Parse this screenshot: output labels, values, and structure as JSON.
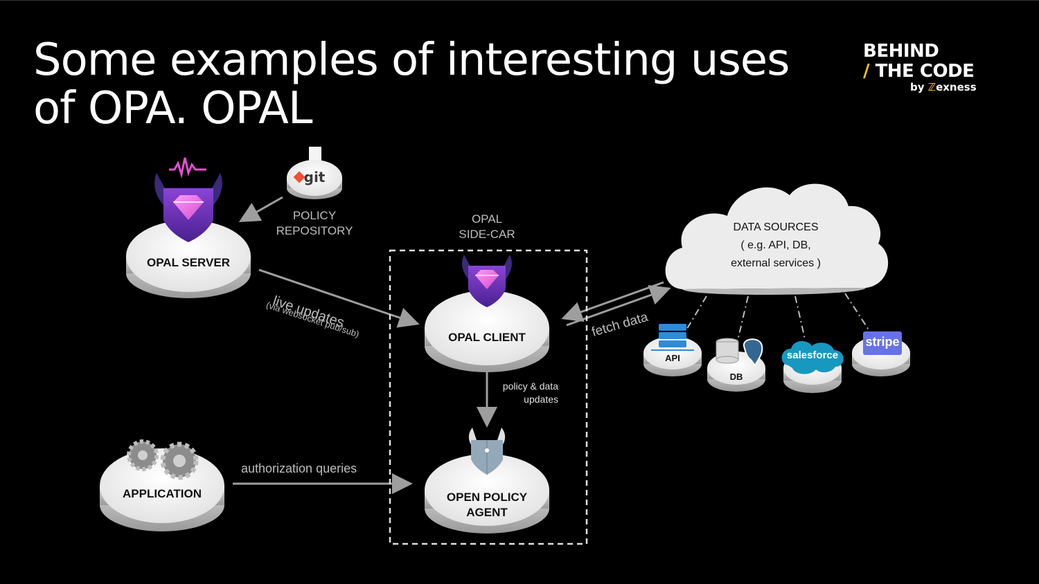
{
  "slide": {
    "title_line1": "Some examples of interesting uses",
    "title_line2": "of OPA. OPAL"
  },
  "logo": {
    "line1": "BEHIND",
    "slash": "/",
    "line2": "THE CODE",
    "by": "by",
    "brand": "exness",
    "accent_color": "#ffc600"
  },
  "diagram": {
    "opal_server": "OPAL SERVER",
    "policy_repo_line1": "POLICY",
    "policy_repo_line2": "REPOSITORY",
    "git_label": "git",
    "sidecar_line1": "OPAL",
    "sidecar_line2": "SIDE-CAR",
    "opal_client": "OPAL CLIENT",
    "opa_line1": "OPEN POLICY",
    "opa_line2": "AGENT",
    "application": "APPLICATION",
    "live_updates": "live updates",
    "live_updates_sub": "(via websocket pub/sub)",
    "policy_updates_line1": "policy & data",
    "policy_updates_line2": "updates",
    "authorization_queries": "authorization queries",
    "fetch_data": "fetch data",
    "data_sources_title": "DATA SOURCES",
    "data_sources_line2": "( e.g. API, DB,",
    "data_sources_line3": "external services )",
    "sources": {
      "api": "API",
      "db": "DB",
      "salesforce": "salesforce",
      "stripe": "stripe"
    }
  },
  "colors": {
    "background": "#000000",
    "node": "#ececec",
    "arrow": "#9e9e9e",
    "opal_purple": "#7b3fc4",
    "opal_pink": "#e64dd6",
    "salesforce_blue": "#1798c1",
    "stripe_purple": "#6772e5"
  }
}
